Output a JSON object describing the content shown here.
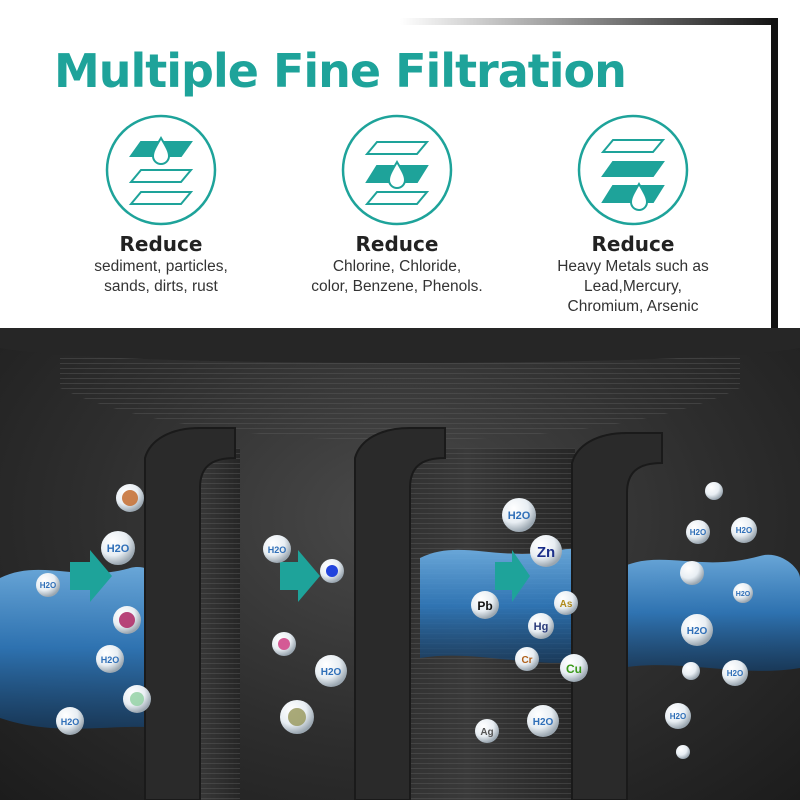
{
  "title": "Multiple Fine Filtration",
  "colors": {
    "accent": "#1ea39a",
    "dark_bg": "#2e2e2e",
    "water": "#2f7fc8"
  },
  "features": [
    {
      "icon": "filter-layers-top-icon",
      "heading": "Reduce",
      "lines": [
        "sediment, particles,",
        "sands, dirts, rust"
      ]
    },
    {
      "icon": "filter-layers-middle-icon",
      "heading": "Reduce",
      "lines": [
        "Chlorine, Chloride,",
        "color, Benzene, Phenols."
      ]
    },
    {
      "icon": "filter-layers-bottom-icon",
      "heading": "Reduce",
      "lines": [
        "Heavy Metals such as",
        "Lead,Mercury,",
        "Chromium, Arsenic"
      ]
    }
  ],
  "bubbles": {
    "h2o": "H2O",
    "zn": "Zn",
    "pb": "Pb",
    "as": "As",
    "hg": "Hg",
    "cr": "Cr",
    "cu": "Cu",
    "ag": "Ag"
  }
}
